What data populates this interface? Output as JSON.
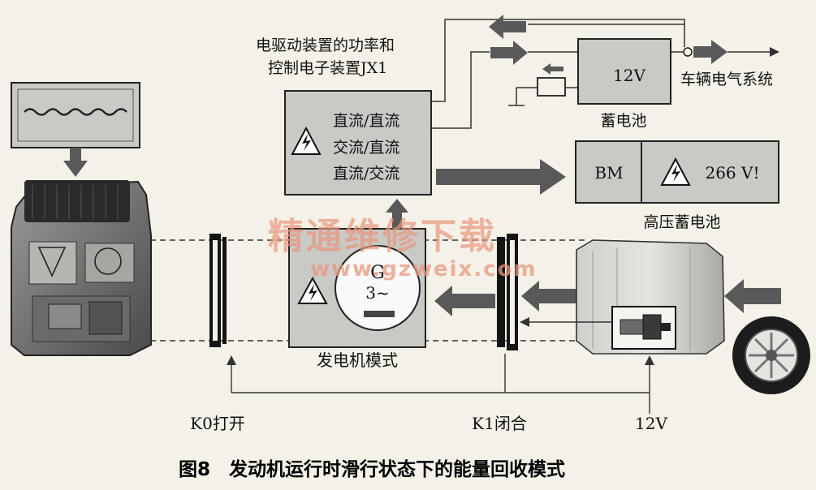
{
  "jx1_label": {
    "line1": "电驱动装置的功率和",
    "line2": "控制电子装置JX1"
  },
  "converter_modes": [
    "直流/直流",
    "交流/直流",
    "直流/交流"
  ],
  "battery_12v": {
    "voltage": "12V",
    "label": "蓄电池"
  },
  "vehicle_electrical": "车辆电气系统",
  "hv_battery": {
    "bm": "BM",
    "voltage": "266 V!",
    "label": "高压蓄电池"
  },
  "generator": {
    "letter": "G",
    "phase": "3~",
    "label": "发电机模式"
  },
  "clutch_k0": "K0打开",
  "clutch_k1": "K1闭合",
  "actuator_supply": "12V",
  "watermark": {
    "cn": "精通维修下载",
    "url": "www.gzweix.com"
  },
  "caption": "图8　发动机运行时滑行状态下的能量回收模式",
  "colors": {
    "box_fill": "#c9c9c6",
    "arrow_fill": "#595959",
    "paper": "#f4f1e8",
    "watermark": "#e8967c"
  }
}
